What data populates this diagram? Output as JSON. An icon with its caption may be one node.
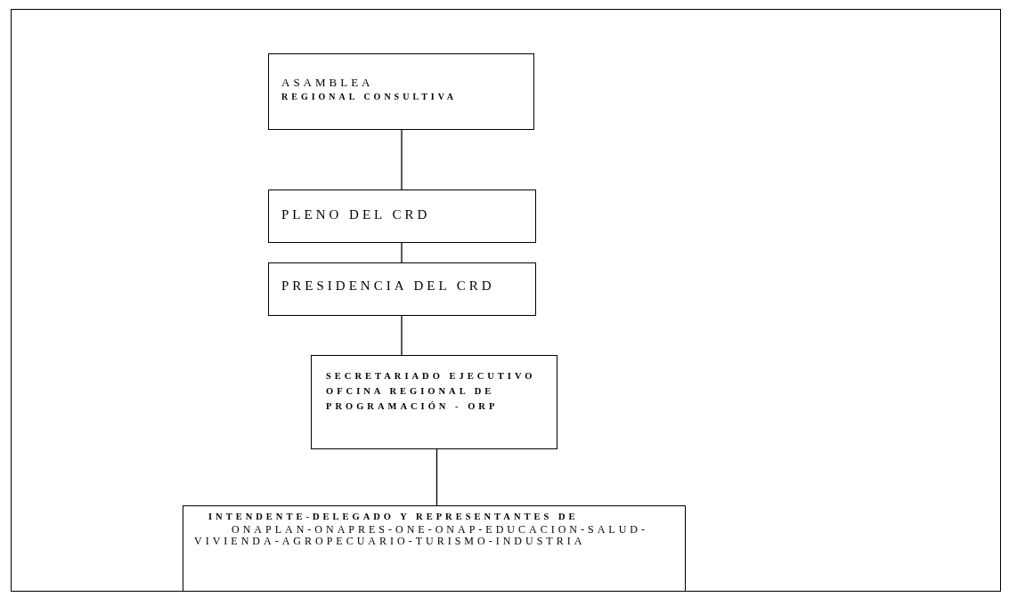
{
  "diagram": {
    "nodes": [
      {
        "text": [
          "ASAMBLEA",
          "REGIONAL CONSULTIVA"
        ]
      },
      {
        "text": [
          "PLENO DEL CRD"
        ]
      },
      {
        "text": [
          "PRESIDENCIA DEL CRD"
        ]
      },
      {
        "text": [
          "SECRETARIADO EJECUTIVO OFCINA REGIONAL DE PROGRAMACIÓN - ORP"
        ]
      },
      {
        "text": [
          "INTENDENTE-DELEGADO Y REPRESENTANTES DE",
          "ONAPLAN-ONAPRES-ONE-ONAP-EDUCACION-SALUD-VIVIENDA-AGROPECUARIO-TURISMO-INDUSTRIA"
        ]
      }
    ],
    "edges": [
      {
        "from": 0,
        "to": 1,
        "arrow": "none"
      },
      {
        "from": 1,
        "to": 2,
        "arrow": "none"
      },
      {
        "from": 2,
        "to": 3,
        "arrow": "none"
      },
      {
        "from": 3,
        "to": 4,
        "arrow": "none"
      }
    ]
  }
}
